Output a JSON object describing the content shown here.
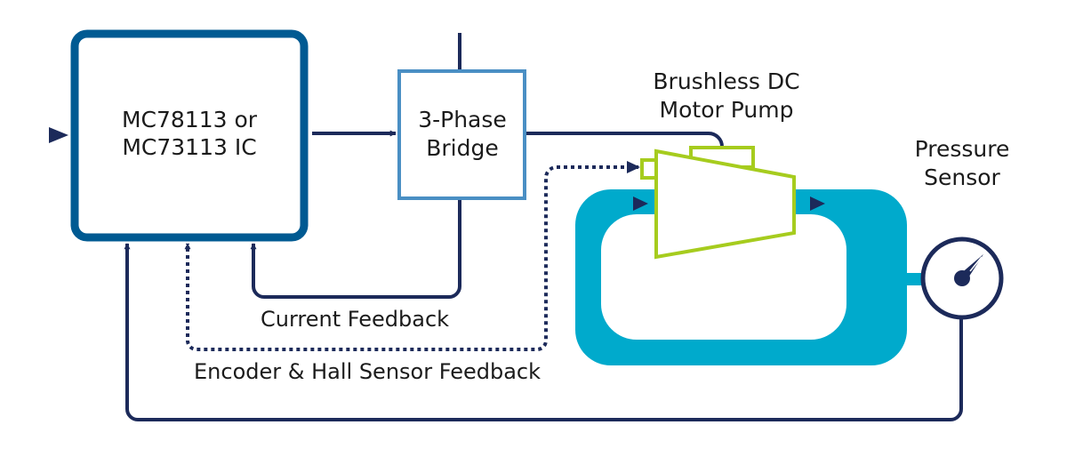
{
  "diagram": {
    "title": "Brushless DC motor pump pressure control loop",
    "nodes": {
      "controller": {
        "line1": "MC78113 or",
        "line2": "MC73113 IC"
      },
      "bridge": {
        "line1": "3-Phase",
        "line2": "Bridge"
      },
      "pump": {
        "line1": "Brushless DC",
        "line2": "Motor Pump"
      },
      "sensor": {
        "line1": "Pressure",
        "line2": "Sensor"
      }
    },
    "feedback_labels": {
      "current": "Current Feedback",
      "encoder": "Encoder & Hall Sensor Feedback"
    },
    "edges": [
      {
        "from": "input",
        "to": "controller",
        "style": "solid"
      },
      {
        "from": "controller",
        "to": "bridge",
        "style": "solid"
      },
      {
        "from": "power",
        "to": "bridge",
        "style": "solid"
      },
      {
        "from": "bridge",
        "to": "pump",
        "style": "solid"
      },
      {
        "from": "bridge",
        "to": "controller",
        "label": "Current Feedback",
        "style": "solid"
      },
      {
        "from": "pump",
        "to": "controller",
        "label": "Encoder & Hall Sensor Feedback",
        "style": "dotted"
      },
      {
        "from": "sensor",
        "to": "controller",
        "style": "solid"
      },
      {
        "from": "pump",
        "to": "sensor",
        "style": "fluid-loop"
      }
    ],
    "colors": {
      "controller_border": "#005a92",
      "bridge_border": "#4a8fc4",
      "line": "#1c2a5a",
      "fluid": "#00aacc",
      "pump": "#a6cc1e"
    }
  }
}
